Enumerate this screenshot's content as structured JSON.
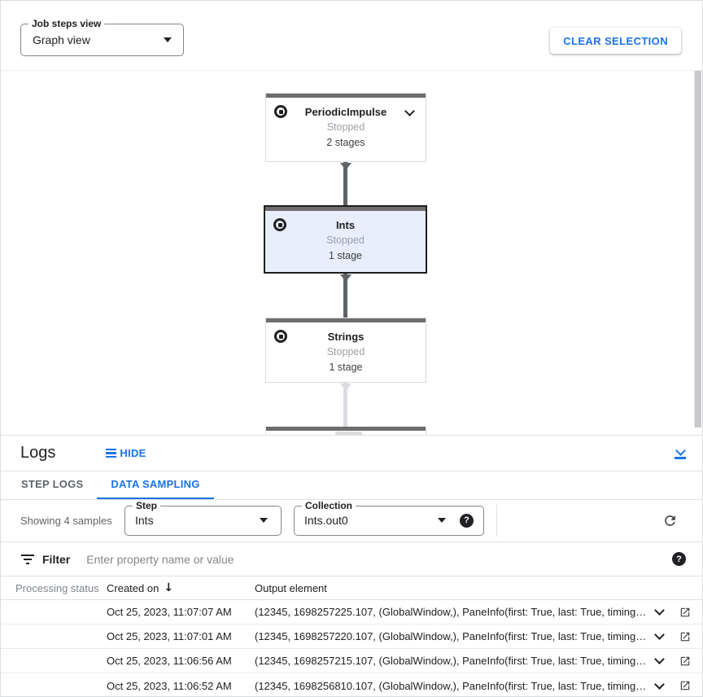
{
  "colors": {
    "accent": "#1a73e8",
    "selected_node_bg": "#e8eefb",
    "node_bar": "#6d6d6d"
  },
  "toolbar": {
    "job_steps_view_label": "Job steps view",
    "job_steps_view_value": "Graph view",
    "clear_selection_label": "CLEAR SELECTION"
  },
  "graph": {
    "nodes": [
      {
        "title": "PeriodicImpulse",
        "status": "Stopped",
        "stages": "2 stages",
        "selected": false
      },
      {
        "title": "Ints",
        "status": "Stopped",
        "stages": "1 stage",
        "selected": true
      },
      {
        "title": "Strings",
        "status": "Stopped",
        "stages": "1 stage",
        "selected": false
      }
    ]
  },
  "logs": {
    "title": "Logs",
    "hide_label": "HIDE",
    "tabs": [
      {
        "label": "STEP LOGS",
        "active": false
      },
      {
        "label": "DATA SAMPLING",
        "active": true
      }
    ],
    "showing_text": "Showing 4 samples",
    "step_select": {
      "label": "Step",
      "value": "Ints"
    },
    "collection_select": {
      "label": "Collection",
      "value": "Ints.out0"
    },
    "filter": {
      "label": "Filter",
      "placeholder": "Enter property name or value"
    }
  },
  "table": {
    "columns": {
      "status": "Processing status",
      "created": "Created on",
      "output": "Output element"
    },
    "sort_arrow": "↓",
    "rows": [
      {
        "created": "Oct 25, 2023, 11:07:07 AM",
        "output": "(12345, 1698257225.107, (GlobalWindow,), PaneInfo(first: True, last: True, timing…"
      },
      {
        "created": "Oct 25, 2023, 11:07:01 AM",
        "output": "(12345, 1698257220.107, (GlobalWindow,), PaneInfo(first: True, last: True, timing…"
      },
      {
        "created": "Oct 25, 2023, 11:06:56 AM",
        "output": "(12345, 1698257215.107, (GlobalWindow,), PaneInfo(first: True, last: True, timing…"
      },
      {
        "created": "Oct 25, 2023, 11:06:52 AM",
        "output": "(12345, 1698256810.107, (GlobalWindow,), PaneInfo(first: True, last: True, timing…"
      }
    ]
  }
}
